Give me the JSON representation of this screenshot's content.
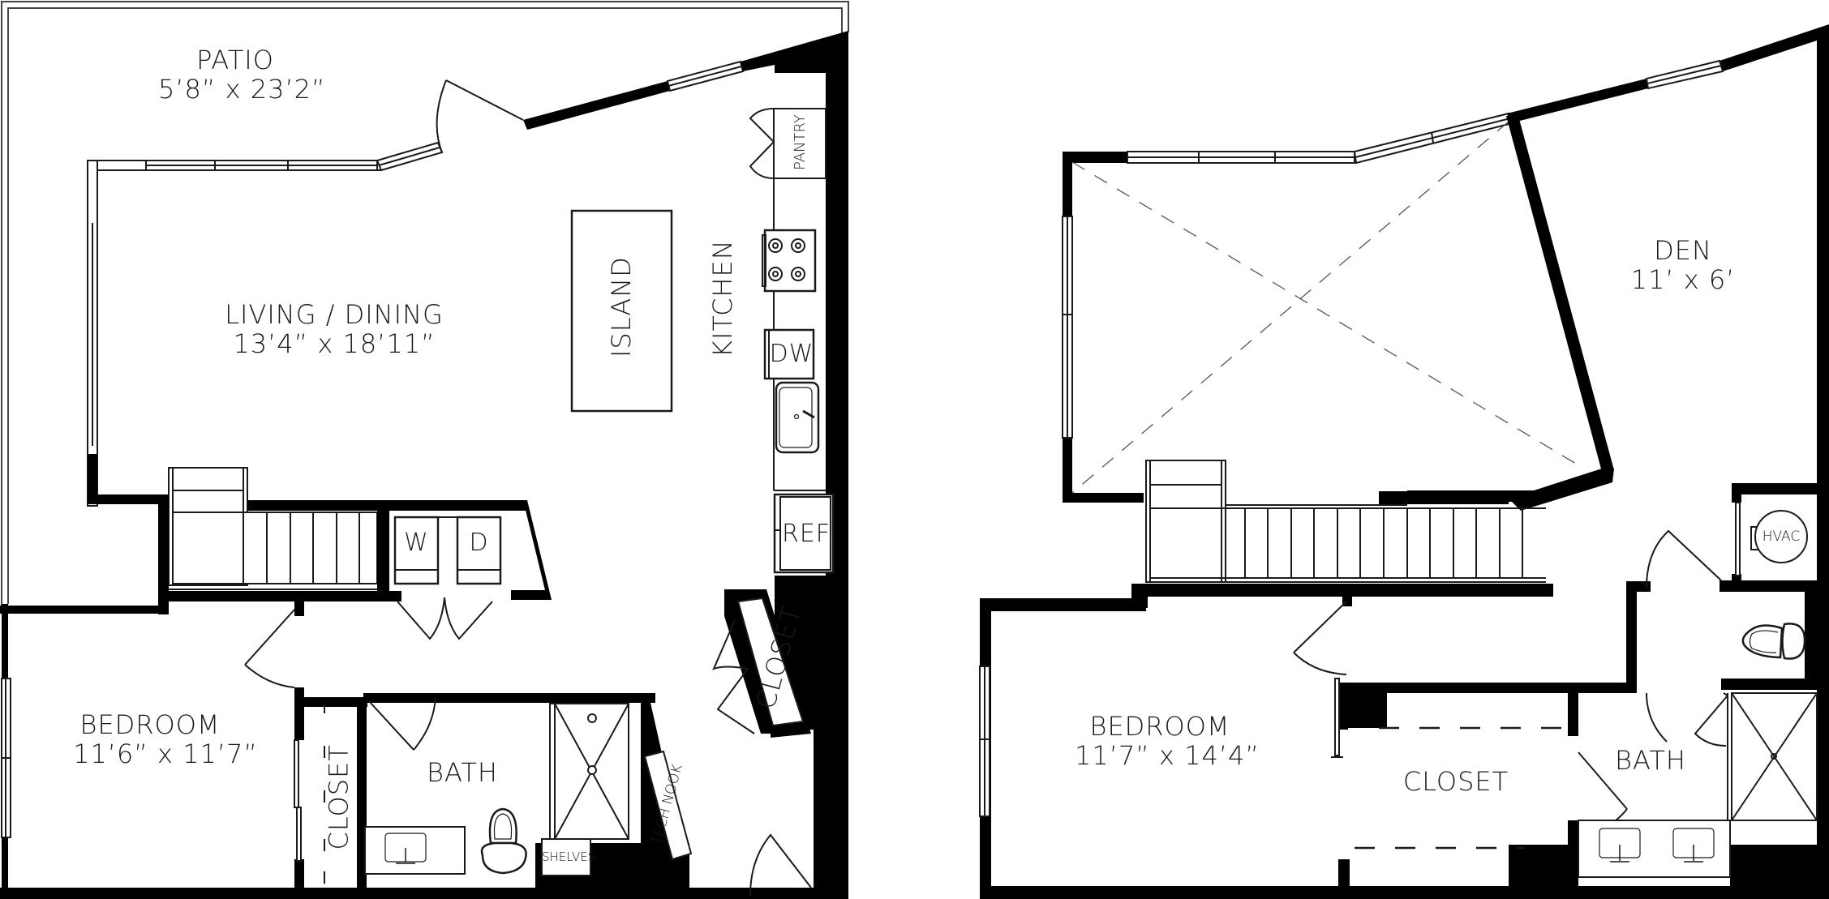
{
  "floor_plans": [
    {
      "id": "lower-level",
      "rooms": {
        "patio": {
          "name": "PATIO",
          "dimensions": "5’8” x 23’2”"
        },
        "living_dining": {
          "name": "LIVING / DINING",
          "dimensions": "13’4” x 18’11”"
        },
        "island": {
          "name": "ISLAND"
        },
        "kitchen": {
          "name": "KITCHEN"
        },
        "pantry": {
          "name": "PANTRY"
        },
        "dishwasher": {
          "name": "DW"
        },
        "refrigerator": {
          "name": "REF"
        },
        "washer": {
          "name": "W"
        },
        "dryer": {
          "name": "D"
        },
        "closet_entry": {
          "name": "CLOSET"
        },
        "bedroom": {
          "name": "BEDROOM",
          "dimensions": "11’6” x 11’7”"
        },
        "closet_bedroom": {
          "name": "CLOSET"
        },
        "bath": {
          "name": "BATH"
        },
        "shelves": {
          "name": "SHELVES"
        },
        "tech_nook": {
          "name": "TECH NOOK"
        }
      }
    },
    {
      "id": "upper-level",
      "rooms": {
        "den": {
          "name": "DEN",
          "dimensions": "11’ x 6’"
        },
        "hvac": {
          "name": "HVAC"
        },
        "bedroom": {
          "name": "BEDROOM",
          "dimensions": "11’7” x 14’4”"
        },
        "closet": {
          "name": "CLOSET"
        },
        "bath": {
          "name": "BATH"
        }
      }
    }
  ],
  "colors": {
    "wall": "#000000",
    "line": "#1a1a1a",
    "background": "#ffffff",
    "dashed": "#555555"
  }
}
